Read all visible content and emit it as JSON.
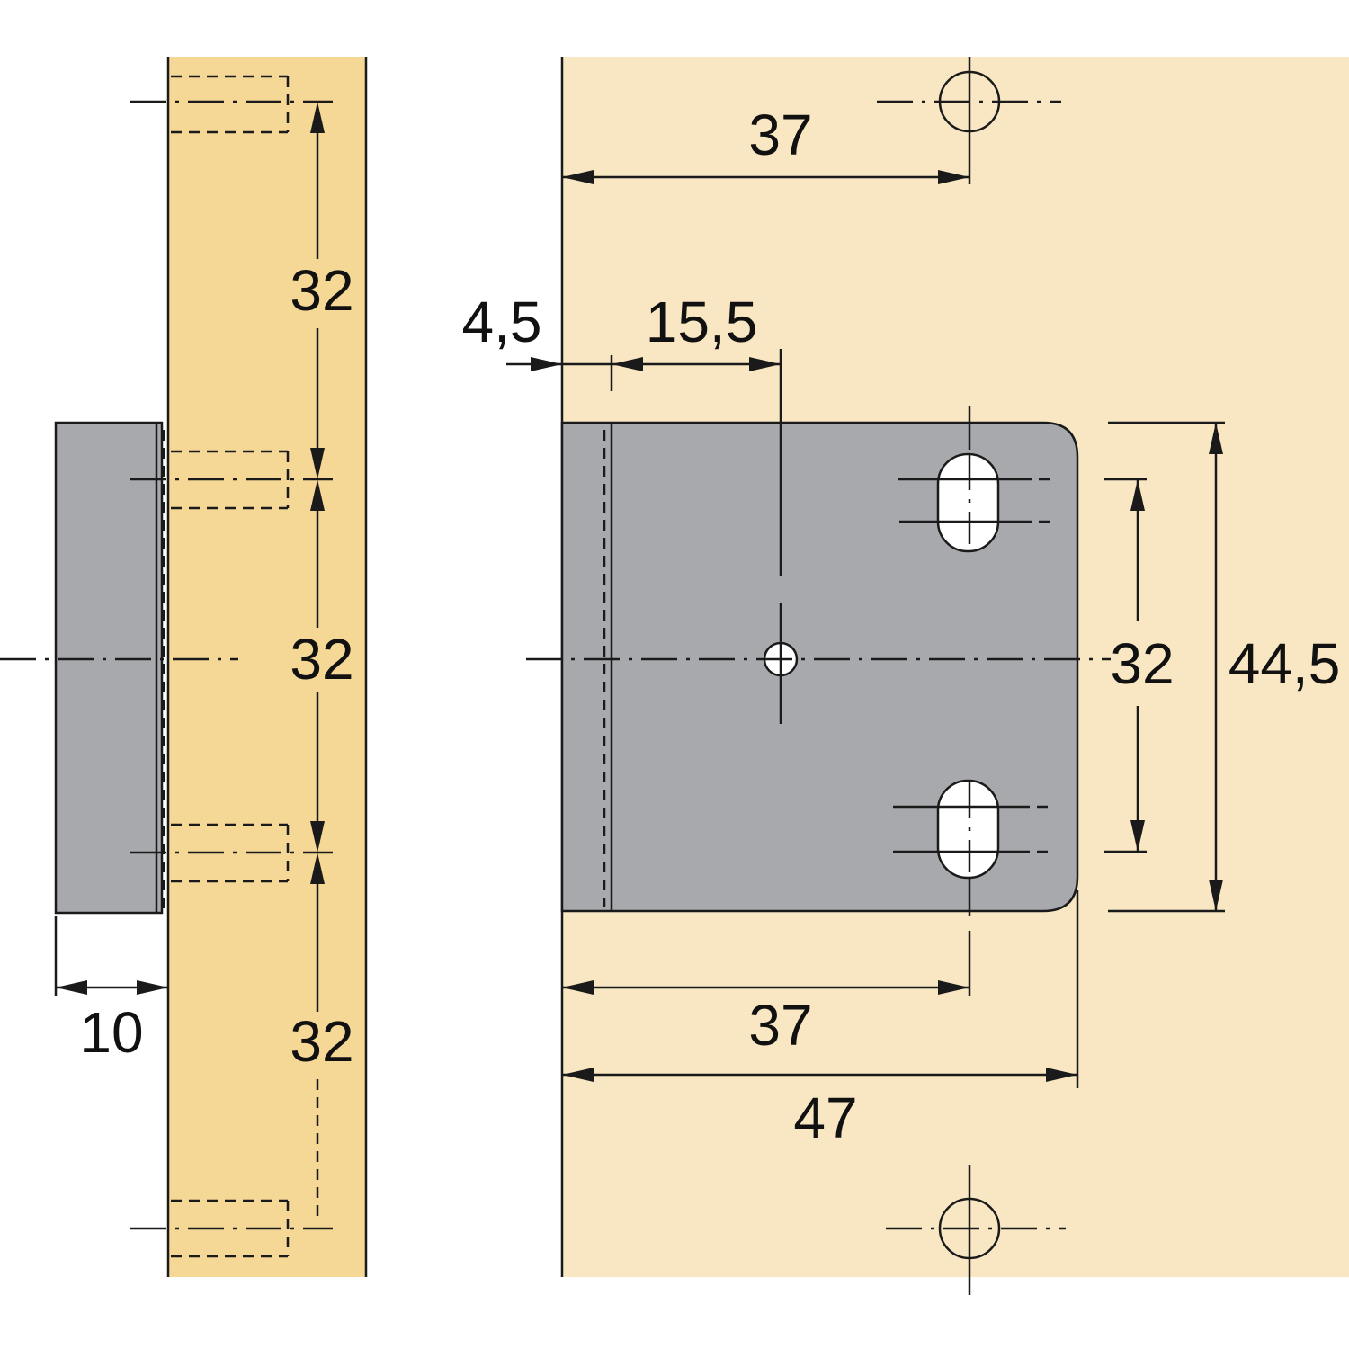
{
  "colors": {
    "side_panel": "#F5D796",
    "front_panel": "#F8E7C2",
    "bracket": "#A8A9AD",
    "line": "#1A1A1A",
    "hole": "#FFFFFF"
  },
  "dimensions": {
    "side": {
      "pitch_top": "32",
      "pitch_middle": "32",
      "pitch_bottom": "32",
      "depth": "10"
    },
    "front": {
      "top_offset": "37",
      "edge_offset": "4,5",
      "hole_offset": "15,5",
      "slot_spacing": "32",
      "plate_height": "44,5",
      "bottom_offset": "37",
      "plate_width": "47"
    }
  }
}
